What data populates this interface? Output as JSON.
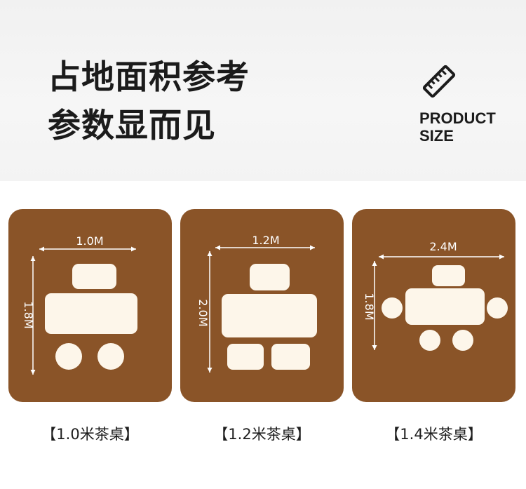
{
  "header": {
    "title_line1": "占地面积参考",
    "title_line2": "参数显而见",
    "badge_line1": "PRODUCT",
    "badge_line2": "SIZE",
    "badge_icon": "ruler-icon"
  },
  "cards": [
    {
      "width_label": "1.0M",
      "depth_label": "1.8M",
      "caption": "【1.0米茶桌】"
    },
    {
      "width_label": "1.2M",
      "depth_label": "2.0M",
      "caption": "【1.2米茶桌】"
    },
    {
      "width_label": "2.4M",
      "depth_label": "1.8M",
      "caption": "【1.4米茶桌】"
    }
  ],
  "colors": {
    "card": "#8a5428",
    "furniture": "#fdf6ea",
    "banner": "#f3f3f3",
    "text": "#1b1b1b"
  }
}
